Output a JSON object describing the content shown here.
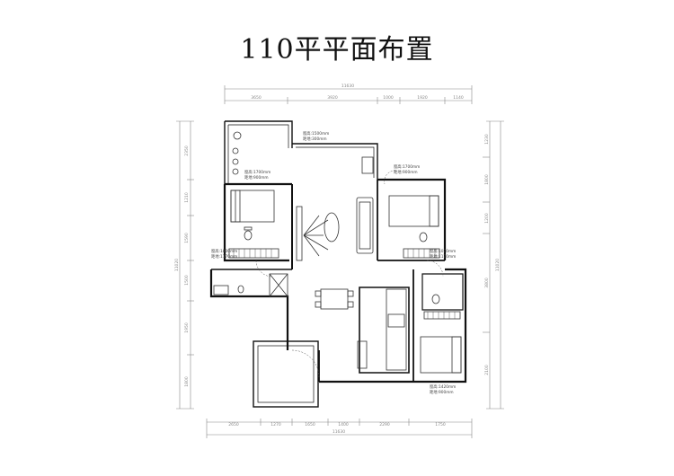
{
  "title": "110平平面布置",
  "dimensions": {
    "top_total": "11630",
    "top_segments": [
      "3650",
      "3920",
      "1000",
      "1920",
      "1140"
    ],
    "bottom_total": "11630",
    "bottom_segments": [
      "2650",
      "1270",
      "1650",
      "1400",
      "2290",
      "1750"
    ],
    "left": [
      "2350",
      "1210",
      "1590",
      "1500",
      "1950",
      "1800"
    ],
    "left_total": "11020",
    "right": [
      "1230",
      "1800",
      "1200",
      "3800",
      "2100"
    ],
    "right_total": "11020"
  },
  "room_notes": [
    {
      "line1": "窗高:1500mm",
      "line2": "距地:300mm"
    },
    {
      "line1": "窗高:1700mm",
      "line2": "距地:900mm"
    },
    {
      "line1": "窗高:1700mm",
      "line2": "距地:900mm"
    },
    {
      "line1": "窗高:1800mm",
      "line2": "距地:1170mm"
    },
    {
      "line1": "窗高:1070mm",
      "line2": "距地:1170mm"
    },
    {
      "line1": "窗高:1420mm",
      "line2": "距地:900mm"
    }
  ],
  "colors": {
    "wall": "#111111",
    "dim": "#777777",
    "furniture": "#333333"
  }
}
